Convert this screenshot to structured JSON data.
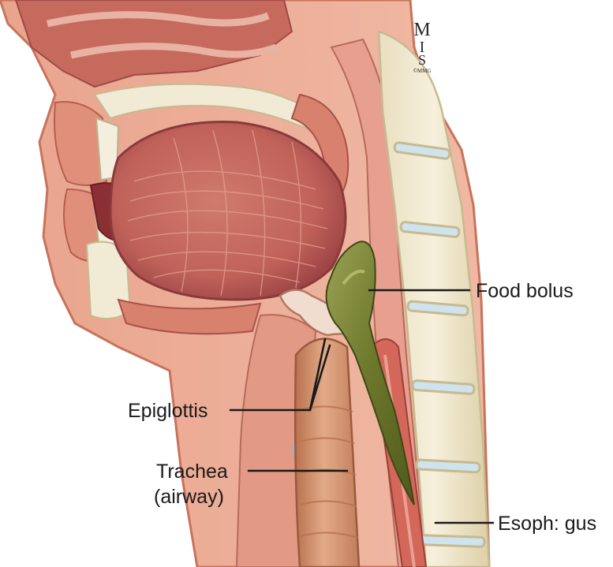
{
  "logo": {
    "top": "M",
    "middle": "I",
    "bottom": "S",
    "caption": "©MMG"
  },
  "labels": {
    "food_bolus": "Food bolus",
    "epiglottis": "Epiglottis",
    "trachea_line1": "Trachea",
    "trachea_line2": "(airway)",
    "esophagus": "Esoph: gus"
  },
  "colors": {
    "background": "#ffffff",
    "skin": "#e9a48d",
    "skin_dark": "#c8735b",
    "tissue": "#d9816f",
    "tongue": "#c86b62",
    "tongue_dark": "#a84c4a",
    "mucosa": "#e7a08f",
    "bone": "#f1ead4",
    "bone_edge": "#c7b990",
    "cartilage": "#cfe3ec",
    "bolus": "#6f7a2f",
    "bolus_light": "#97a04e",
    "trachea": "#d99a7a",
    "trachea_ring": "#b8734f",
    "esophagus": "#c94b4b",
    "label_text": "#1a1a1a"
  }
}
